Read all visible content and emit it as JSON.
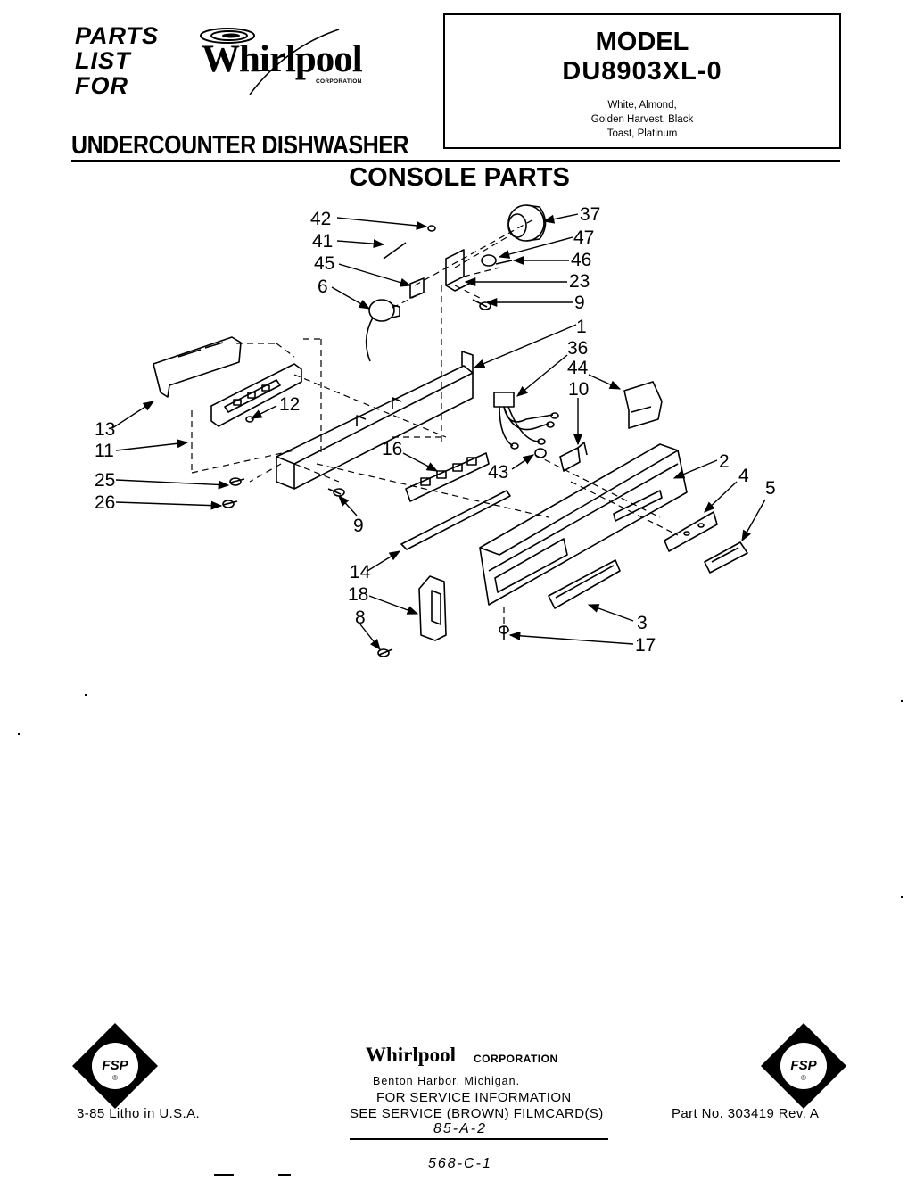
{
  "header": {
    "parts_list_lines": [
      "PARTS",
      "LIST",
      "FOR"
    ],
    "brand": "Whirlpool",
    "brand_corp": "CORPORATION",
    "product_type": "UNDERCOUNTER DISHWASHER"
  },
  "model_box": {
    "title": "MODEL",
    "number": "DU8903XL-0",
    "colors": [
      "White, Almond,",
      "Golden Harvest, Black",
      "Toast, Platinum"
    ]
  },
  "section_title": "CONSOLE PARTS",
  "callouts": {
    "n42": "42",
    "n41": "41",
    "n45": "45",
    "n6": "6",
    "n37": "37",
    "n47": "47",
    "n46": "46",
    "n23": "23",
    "n9a": "9",
    "n1": "1",
    "n36": "36",
    "n44": "44",
    "n10": "10",
    "n12": "12",
    "n13": "13",
    "n11": "11",
    "n16": "16",
    "n25": "25",
    "n26": "26",
    "n9b": "9",
    "n43": "43",
    "n2": "2",
    "n4": "4",
    "n5": "5",
    "n14": "14",
    "n18": "18",
    "n8": "8",
    "n3": "3",
    "n17": "17"
  },
  "footer": {
    "fsp": "FSP",
    "fsp_mark": "®",
    "litho": "3-85  Litho in U.S.A.",
    "brand": "Whirlpool",
    "brand_corp": "CORPORATION",
    "city": "Benton Harbor, Michigan.",
    "service_line1": "FOR SERVICE INFORMATION",
    "service_line2": "SEE SERVICE (BROWN) FILMCARD(S)",
    "filmcard": "85-A-2",
    "part_number": "Part No. 303419 Rev. A",
    "handwritten": "568-C-1"
  }
}
